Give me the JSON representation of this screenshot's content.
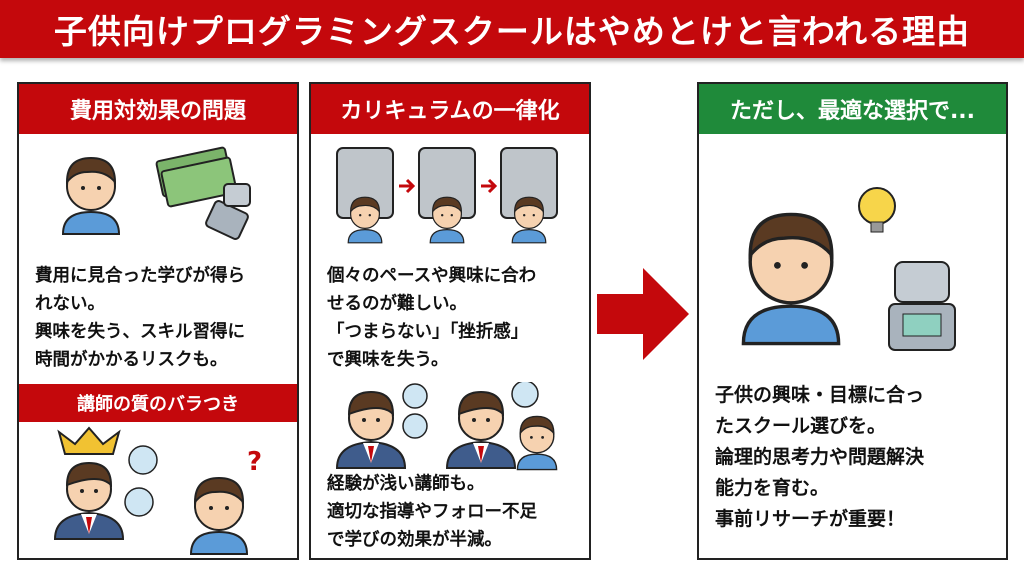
{
  "title": "子供向けプログラミングスクールはやめとけと言われる理由",
  "panels": [
    {
      "header": "費用対効果の問題",
      "lines": [
        "費用に見合った学びが得ら",
        "れない。",
        "興味を失う、スキル習得に",
        "時間がかかるリスクも。"
      ],
      "subheader": "講師の質のバラつき"
    },
    {
      "header": "カリキュラムの一律化",
      "lines": [
        "個々のペースや興味に合わ",
        "せるのが難しい。",
        "「つまらない」「挫折感」",
        "で興味を失う。"
      ],
      "lines2": [
        "経験が浅い講師も。",
        "適切な指導やフォロー不足",
        "で学びの効果が半減。"
      ]
    },
    {
      "header": "ただし、最適な選択で...",
      "lines": [
        "子供の興味・目標に合っ",
        "たスクール選びを。",
        "論理的思考力や問題解決",
        "能力を育む。",
        "事前リサーチが重要！"
      ]
    }
  ],
  "colors": {
    "red": "#c4080c",
    "green": "#1f8a3a"
  }
}
